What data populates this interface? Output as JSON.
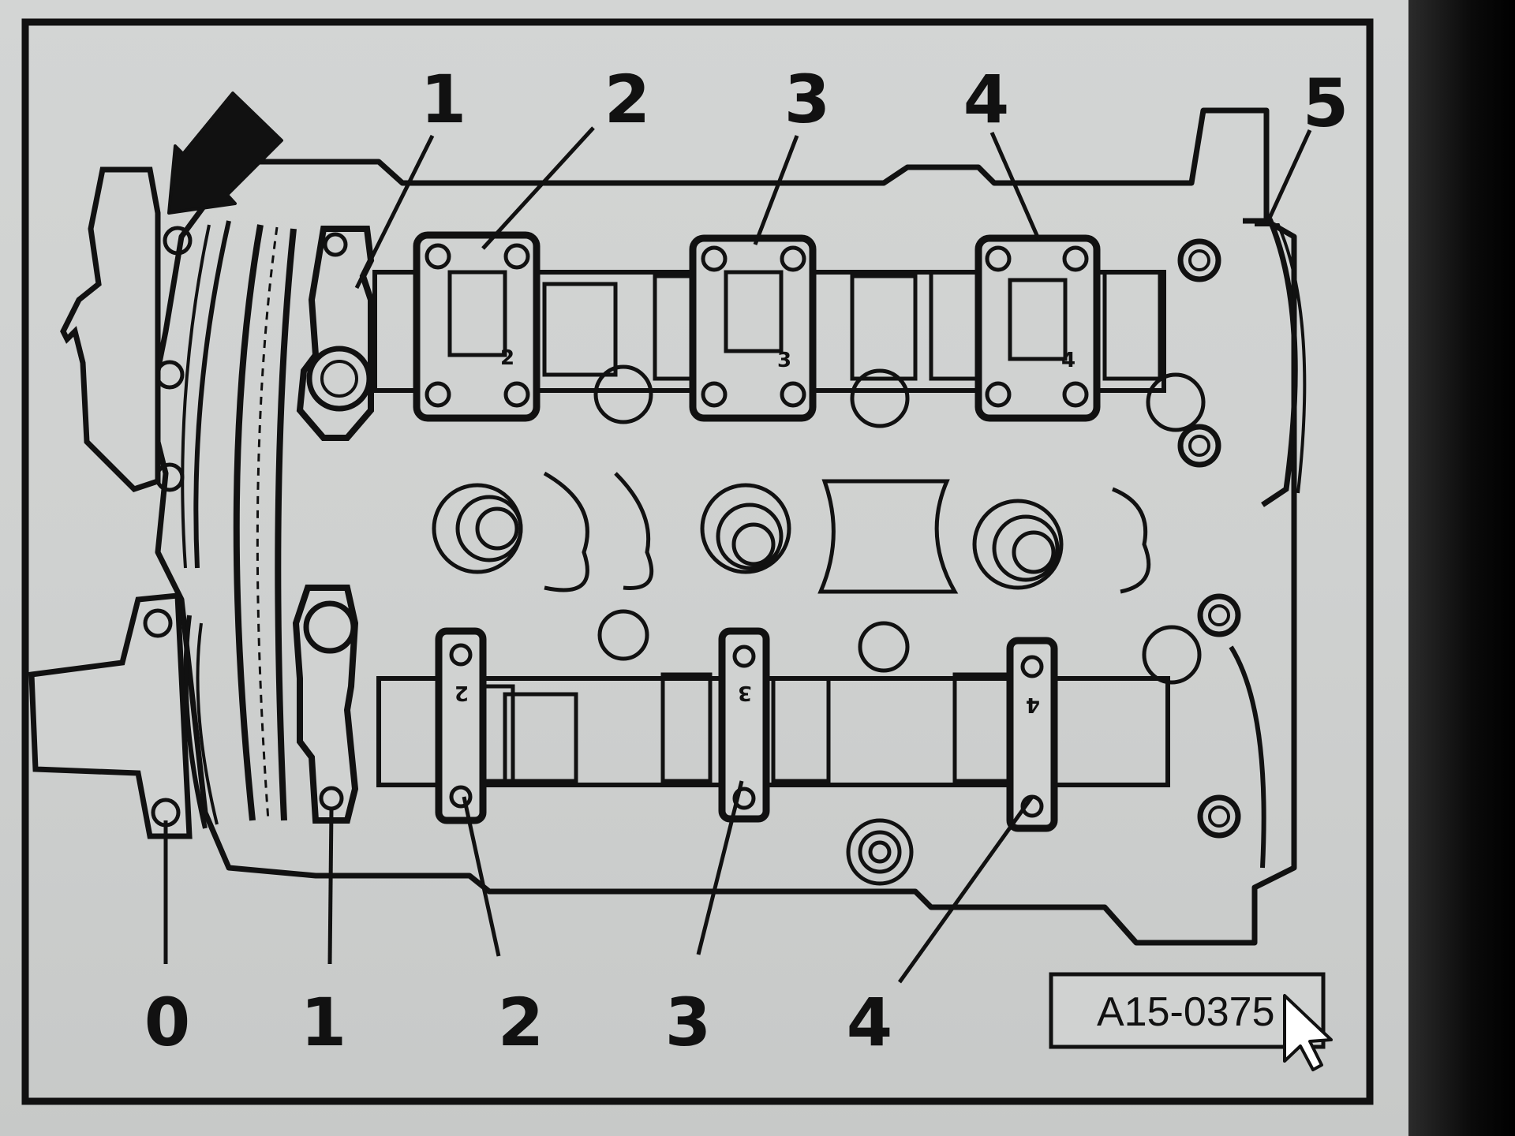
{
  "diagram": {
    "top_labels": [
      "1",
      "2",
      "3",
      "4",
      "5"
    ],
    "bottom_labels": [
      "0",
      "1",
      "2",
      "3",
      "4"
    ],
    "figure_code": "A15-0375",
    "cap_markings_top": [
      "2",
      "3",
      "4"
    ],
    "cap_markings_bottom": [
      "2",
      "3",
      "4"
    ],
    "arrow_icon": "arrow-down-left-icon",
    "cursor_icon": "mouse-pointer-icon",
    "colors": {
      "background": "#d0d2d1",
      "line": "#111111",
      "bezel": "#000000"
    }
  }
}
